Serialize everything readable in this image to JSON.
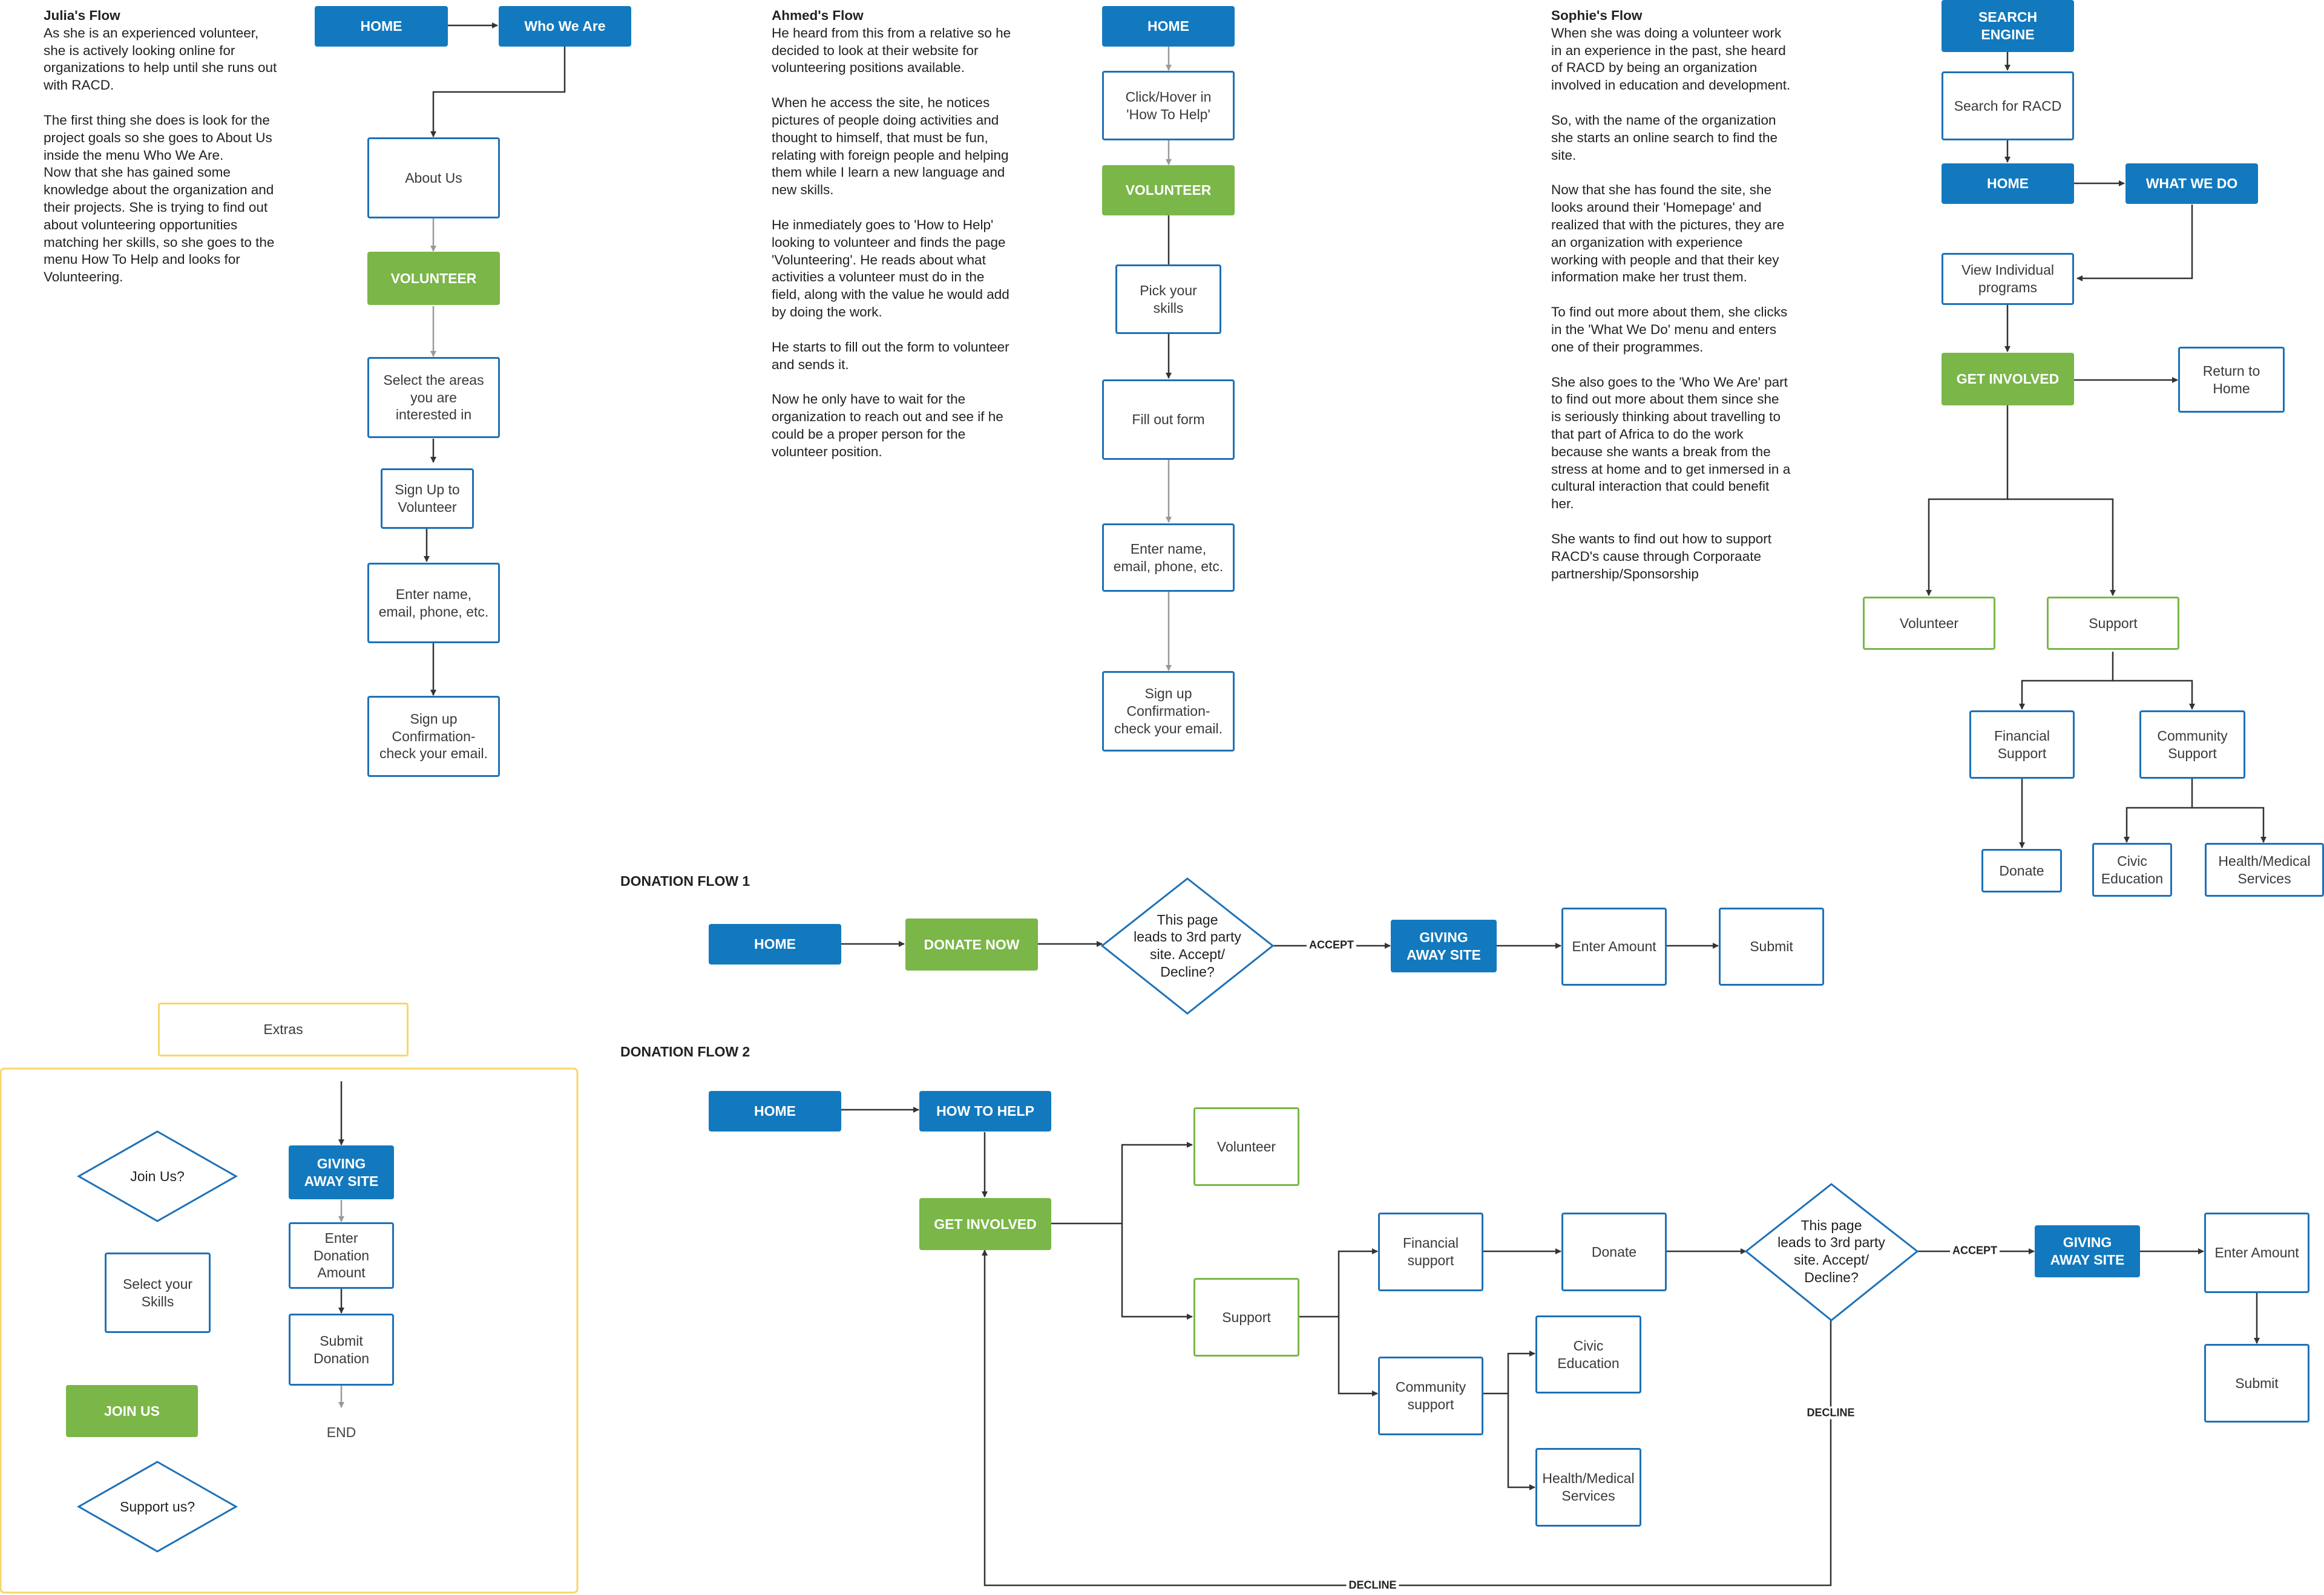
{
  "colors": {
    "primary": "#1279be",
    "accent": "#7ab648",
    "extras_border": "#f8d76a",
    "outline": "#1d71b8"
  },
  "julia": {
    "title": "Julia's Flow",
    "p1": "As she is an experienced volunteer,\nshe is actively looking online for\norganizations to help until she runs out\nwith RACD.",
    "p2": "The first thing she does is look for the\nproject goals so she goes to About Us\ninside the menu Who We Are.\nNow that she has gained some\nknowledge about the organization and\ntheir projects. She is trying to find out\nabout volunteering opportunities\nmatching her skills, so she goes to the\nmenu How To Help and looks for\nVolunteering.",
    "nodes": {
      "home": "HOME",
      "who_we_are": "Who We Are",
      "about_us": "About Us",
      "volunteer": "VOLUNTEER",
      "select_areas": "Select the areas\nyou are\ninterested in",
      "sign_up": "Sign Up to\nVolunteer",
      "enter_name": "Enter name,\nemail, phone, etc.",
      "confirm": "Sign up\nConfirmation-\ncheck your email."
    }
  },
  "ahmed": {
    "title": "Ahmed's Flow",
    "p1": "He heard from this from a relative so he\ndecided to look at their website for\nvolunteering positions available.",
    "p2": "When he access the site, he notices\npictures of people doing activities and\nthought to himself, that must be fun,\nrelating with foreign people and helping\nthem while I learn a new language and\nnew skills.",
    "p3": "He inmediately goes to 'How to Help'\nlooking to volunteer and finds the page\n'Volunteering'. He reads about what\nactivities a volunteer must do in the\nfield, along with the value he would add\nby doing the work.",
    "p4": "He starts to fill out the form to volunteer\nand sends it.",
    "p5": "Now he only have to wait for the\norganization to reach out and see if he\ncould be a proper person for the\nvolunteer position.",
    "nodes": {
      "home": "HOME",
      "click_hover": "Click/Hover in\n'How To Help'",
      "volunteer": "VOLUNTEER",
      "pick_skills": "Pick your\nskills",
      "fill_form": "Fill out form",
      "enter_name": "Enter name,\nemail, phone, etc.",
      "confirm": "Sign up\nConfirmation-\ncheck your email."
    }
  },
  "sophie": {
    "title": "Sophie's Flow",
    "p1": "When she was doing a volunteer work\nin an experience in the past, she heard\nof RACD by being an organization\ninvolved in education and development.",
    "p2": "So, with the name of the organization\nshe starts an online search to find the\nsite.",
    "p3": "Now that she has found the site, she\nlooks around their 'Homepage' and\nrealized that with the pictures, they are\nan organization with experience\nworking with people and that their key\ninformation make her trust them.",
    "p4": "To find out more about them, she clicks\nin the 'What We Do' menu and enters\none of their programmes.",
    "p5": "She also goes to the 'Who We Are' part\nto find out more about them since she\nis seriously thinking about travelling to\nthat part of Africa to do the work\nbecause she wants a break from the\nstress at home and to get inmersed in a\ncultural interaction that could benefit\nher.",
    "p6": "She wants to find out how to support\nRACD's cause through Corporaate\npartnership/Sponsorship",
    "nodes": {
      "search_engine": "SEARCH\nENGINE",
      "search_racd": "Search for RACD",
      "home": "HOME",
      "what_we_do": "WHAT WE DO",
      "view_programs": "View Individual\nprograms",
      "get_involved": "GET INVOLVED",
      "return_home": "Return to\nHome",
      "volunteer": "Volunteer",
      "support": "Support",
      "financial": "Financial\nSupport",
      "community": "Community\nSupport",
      "donate": "Donate",
      "civic": "Civic\nEducation",
      "health": "Health/Medical\nServices"
    }
  },
  "donation1": {
    "title": "DONATION FLOW 1",
    "nodes": {
      "home": "HOME",
      "donate_now": "DONATE NOW",
      "decision": "This page\nleads to 3rd party\nsite. Accept/\nDecline?",
      "giving_away": "GIVING\nAWAY SITE",
      "enter_amount": "Enter Amount",
      "submit": "Submit"
    },
    "labels": {
      "accept": "ACCEPT"
    }
  },
  "donation2": {
    "title": "DONATION FLOW 2",
    "nodes": {
      "home": "HOME",
      "how_to_help": "HOW TO HELP",
      "get_involved": "GET INVOLVED",
      "volunteer": "Volunteer",
      "support": "Support",
      "financial": "Financial\nsupport",
      "community": "Community\nsupport",
      "donate": "Donate",
      "civic": "Civic\nEducation",
      "health": "Health/Medical\nServices",
      "decision": "This page\nleads to 3rd party\nsite. Accept/\nDecline?",
      "giving_away": "GIVING\nAWAY SITE",
      "enter_amount": "Enter Amount",
      "submit": "Submit"
    },
    "labels": {
      "accept": "ACCEPT",
      "decline": "DECLINE"
    }
  },
  "extras": {
    "title": "Extras",
    "nodes": {
      "join_us_q": "Join  Us?",
      "select_skills": "Select your\nSkills",
      "join_us": "JOIN US",
      "support_us": "Support us?",
      "giving_away": "GIVING\nAWAY SITE",
      "enter_donation": "Enter\nDonation\nAmount",
      "submit_donation": "Submit\nDonation",
      "end": "END"
    }
  }
}
